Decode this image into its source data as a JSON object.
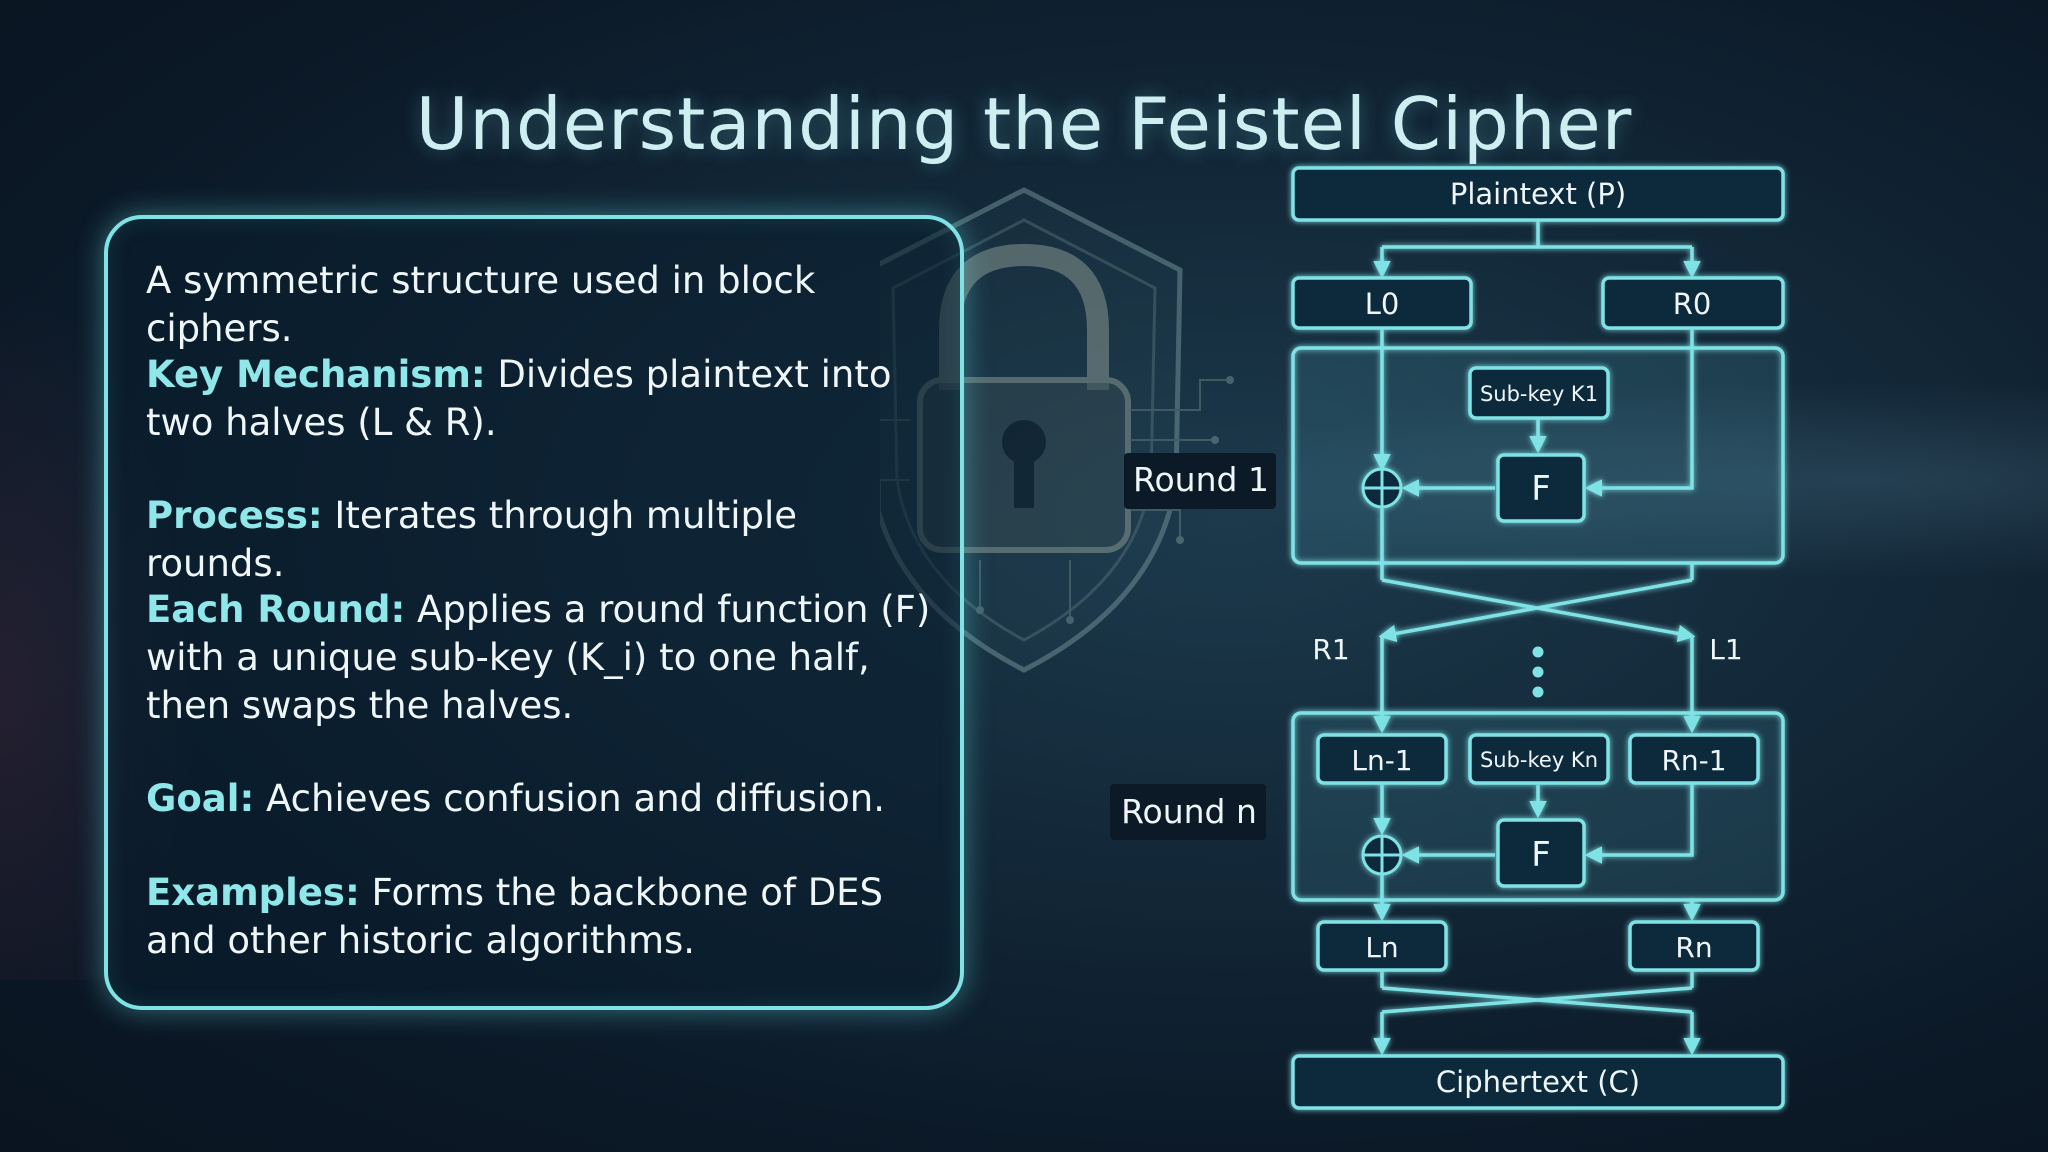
{
  "title": "Understanding the Feistel Cipher",
  "panel": {
    "intro": "A symmetric structure used in block ciphers.",
    "items": [
      {
        "term": "Key Mechanism:",
        "text": " Divides plaintext into two halves (L & R)."
      },
      {
        "term": "Process:",
        "text": " Iterates through multiple rounds."
      },
      {
        "term": "Each Round:",
        "text": " Applies a round function (F) with a unique sub-key (K_i) to one half, then swaps the halves."
      },
      {
        "term": "Goal:",
        "text": " Achieves confusion and diffusion."
      },
      {
        "term": "Examples:",
        "text": " Forms the backbone of DES and other historic algorithms."
      }
    ]
  },
  "diagram": {
    "plaintext": "Plaintext (P)",
    "l0": "L0",
    "r0": "R0",
    "subkey1": "Sub-key K1",
    "f1": "F",
    "round1": "Round 1",
    "r1": "R1",
    "l1": "L1",
    "ln_minus_1": "Ln-1",
    "subkey_n": "Sub-key Kn",
    "rn_minus_1": "Rn-1",
    "fn": "F",
    "round_n": "Round n",
    "ln": "Ln",
    "rn": "Rn",
    "ciphertext": "Ciphertext (C)"
  },
  "colors": {
    "accent": "#7fe3e6",
    "box_fill": "#0f2a3c",
    "background": "#112535"
  }
}
